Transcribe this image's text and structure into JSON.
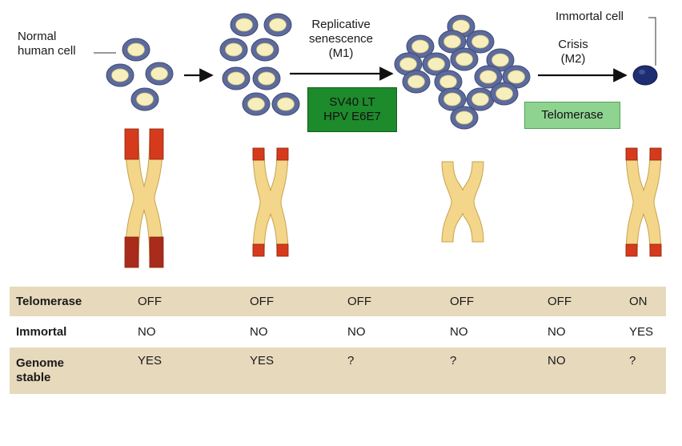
{
  "labels": {
    "normal_cell": "Normal\nhuman cell",
    "replicative_senescence": "Replicative\nsenescence\n(M1)",
    "crisis": "Crisis\n(M2)",
    "immortal_cell": "Immortal cell"
  },
  "boxes": {
    "sv40": "SV40 LT\nHPV E6E7",
    "telomerase": "Telomerase"
  },
  "colors": {
    "cell_outer": "#5c6a9c",
    "cell_inner": "#f6eebc",
    "immortal_cell": "#1f2e73",
    "chromatid_body": "#f3d68a",
    "telomere_red": "#d63a1c",
    "telomere_dark_red": "#a82b1b",
    "box_dark_green": "#1d8a2c",
    "box_light_green": "#8fd391",
    "row_shade": "#e7d9bc"
  },
  "table": {
    "rows": [
      {
        "header": "Telomerase",
        "values": [
          "OFF",
          "OFF",
          "OFF",
          "OFF",
          "OFF",
          "ON"
        ]
      },
      {
        "header": "Immortal",
        "values": [
          "NO",
          "NO",
          "NO",
          "NO",
          "NO",
          "YES"
        ]
      },
      {
        "header": "Genome\nstable",
        "values": [
          "YES",
          "YES",
          "?",
          "?",
          "NO",
          "?"
        ]
      }
    ]
  }
}
